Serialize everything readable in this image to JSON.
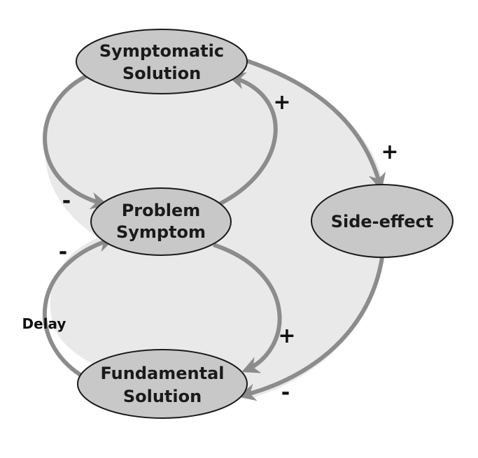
{
  "nodes": {
    "symptomatic_solution": {
      "line1": "Symptomatic",
      "line2": "Solution"
    },
    "problem_symptom": {
      "line1": "Problem",
      "line2": "Symptom"
    },
    "fundamental_solution": {
      "line1": "Fundamental",
      "line2": "Solution"
    },
    "side_effect": {
      "line1": "Side-effect"
    }
  },
  "links": {
    "symptomatic_to_problem": "-",
    "problem_to_symptomatic": "+",
    "symptomatic_to_side_effect": "+",
    "fundamental_to_problem": "-",
    "problem_to_fundamental": "+",
    "side_effect_to_fundamental": "-"
  },
  "delay_label": "Delay",
  "colors": {
    "node_fill": "#c8c8c8",
    "node_stroke": "#1a1a1a",
    "arrow": "#8c8c8c",
    "loop_fill": "#e9e9e9",
    "background": "#ffffff"
  }
}
